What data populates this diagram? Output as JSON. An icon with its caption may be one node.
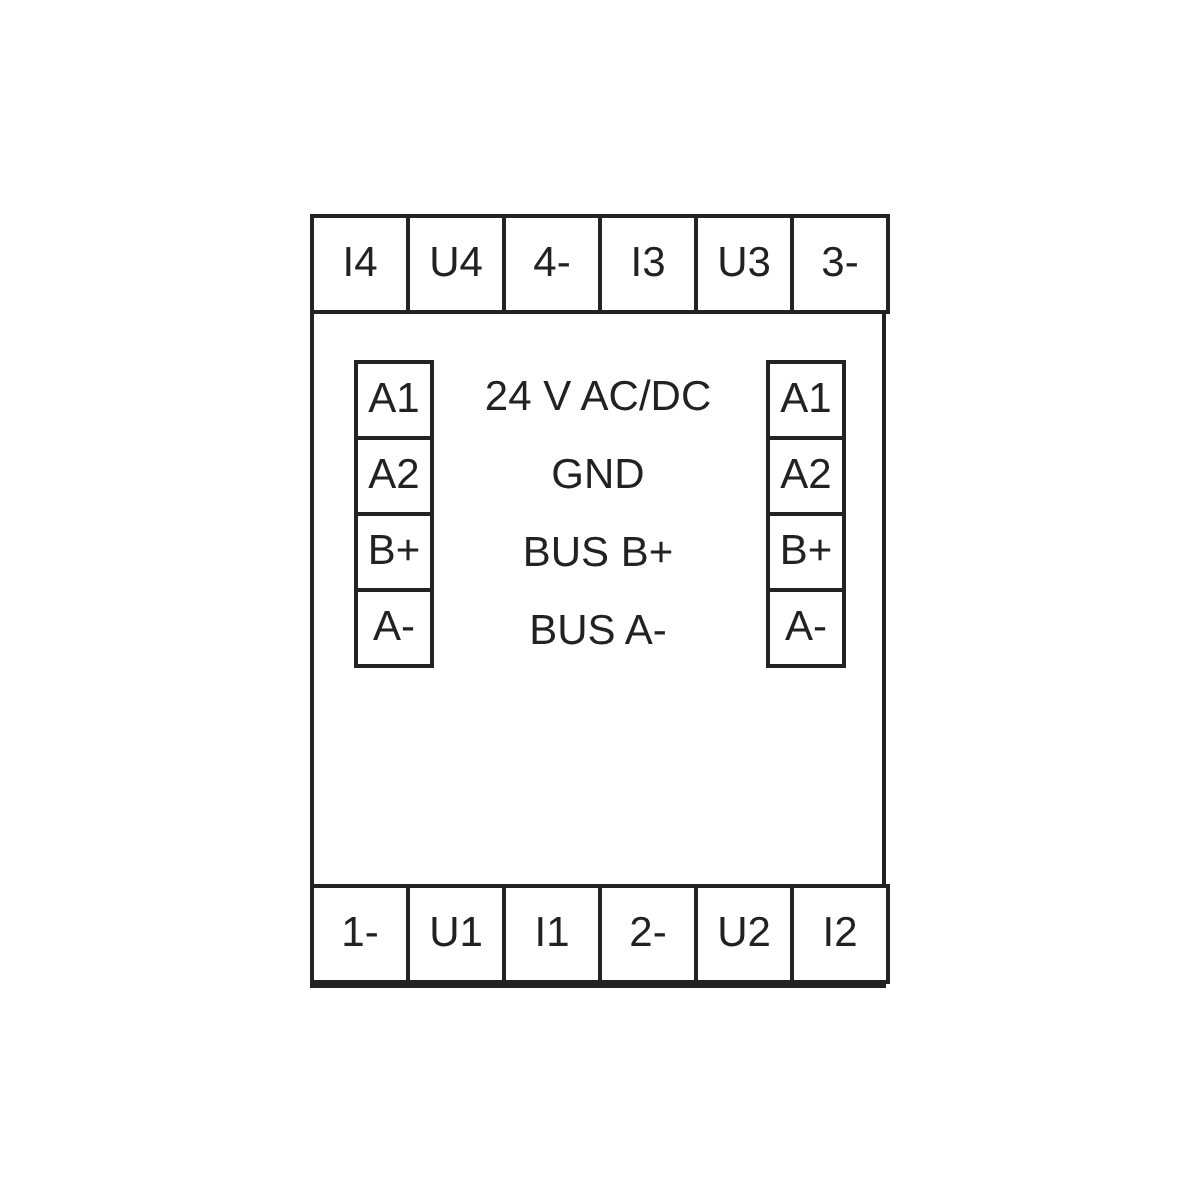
{
  "diagram": {
    "nodes": [
      {
        "text": [],
        "shape": "box"
      },
      {
        "text": [
          "I4"
        ],
        "in": 0
      },
      {
        "text": [
          "U4"
        ],
        "in": 0
      },
      {
        "text": [
          "4-"
        ],
        "in": 0
      },
      {
        "text": [
          "I3"
        ],
        "in": 0
      },
      {
        "text": [
          "U3"
        ],
        "in": 0
      },
      {
        "text": [
          "3-"
        ],
        "in": 0
      },
      {
        "text": [
          "A1"
        ],
        "in": 0
      },
      {
        "text": [
          "A2"
        ],
        "in": 0
      },
      {
        "text": [
          "B+"
        ],
        "in": 0
      },
      {
        "text": [
          "A-"
        ],
        "in": 0
      },
      {
        "text": [
          "A1"
        ],
        "in": 0
      },
      {
        "text": [
          "A2"
        ],
        "in": 0
      },
      {
        "text": [
          "B+"
        ],
        "in": 0
      },
      {
        "text": [
          "A-"
        ],
        "in": 0
      },
      {
        "text": [
          "1-"
        ],
        "in": 0
      },
      {
        "text": [
          "U1"
        ],
        "in": 0
      },
      {
        "text": [
          "I1"
        ],
        "in": 0
      },
      {
        "text": [
          "2-"
        ],
        "in": 0
      },
      {
        "text": [
          "U2"
        ],
        "in": 0
      },
      {
        "text": [
          "I2"
        ],
        "in": 0
      }
    ],
    "edges": [],
    "labels": [
      "24 V AC/DC",
      "GND",
      "BUS B+",
      "BUS A-"
    ]
  }
}
